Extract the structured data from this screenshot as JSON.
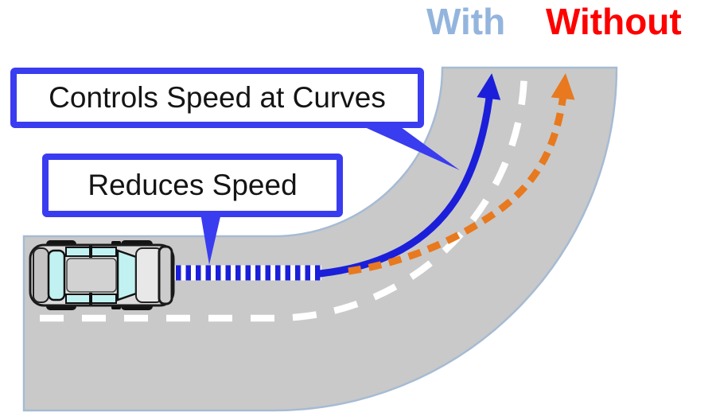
{
  "labels": {
    "with": "With",
    "without": "Without"
  },
  "callouts": {
    "controls_speed": "Controls Speed at Curves",
    "reduces_speed": "Reduces Speed"
  },
  "paths": {
    "with_style": "solid blue arrow staying in lane",
    "without_style": "orange dashed arrow drifting wide",
    "speed_stripes": "blue-white striped deceleration band in front of car"
  },
  "colors": {
    "with_label": "#93B5DD",
    "without_label": "#FE0000",
    "box_border": "#3A3CF0",
    "arrow_blue": "#1B1FD9",
    "without_orange": "#E8791E",
    "road_fill": "#C9C9C9",
    "road_edge": "#A6BBD3",
    "lane_line": "#FFFFFF",
    "car_window": "#C2F1F1",
    "car_body": "#DCDCDC"
  }
}
